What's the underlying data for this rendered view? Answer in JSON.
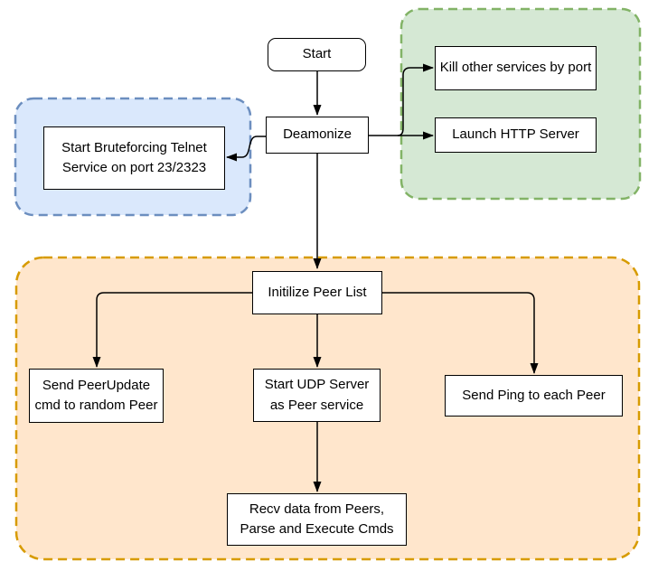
{
  "diagram": {
    "type": "flowchart",
    "background": "#ffffff",
    "nodes": {
      "start": {
        "label": "Start",
        "shape": "rounded-rectangle"
      },
      "deamonize": {
        "label": "Deamonize",
        "shape": "rectangle"
      },
      "bruteforce_telnet": {
        "label": "Start Bruteforcing Telnet\nService on port 23/2323",
        "shape": "rectangle",
        "group": "telnet_group"
      },
      "kill_services": {
        "label": "Kill other services by port",
        "shape": "rectangle",
        "group": "services_group"
      },
      "launch_http": {
        "label": "Launch HTTP Server",
        "shape": "rectangle",
        "group": "services_group"
      },
      "init_peer_list": {
        "label": "Initilize Peer List",
        "shape": "rectangle",
        "group": "peer_group"
      },
      "send_peer_update": {
        "label": "Send PeerUpdate\ncmd to random Peer",
        "shape": "rectangle",
        "group": "peer_group"
      },
      "start_udp_server": {
        "label": "Start UDP Server\nas Peer service",
        "shape": "rectangle",
        "group": "peer_group"
      },
      "send_ping": {
        "label": "Send Ping to each Peer",
        "shape": "rectangle",
        "group": "peer_group"
      },
      "recv_data": {
        "label": "Recv data from Peers,\nParse and Execute Cmds",
        "shape": "rectangle",
        "group": "peer_group"
      }
    },
    "groups": {
      "telnet_group": {
        "fill": "#dae8fc",
        "border": "#6c8ebf",
        "style": "dashed-rounded"
      },
      "services_group": {
        "fill": "#d5e8d4",
        "border": "#82b366",
        "style": "dashed-rounded"
      },
      "peer_group": {
        "fill": "#ffe6cc",
        "border": "#d79b00",
        "style": "dashed-rounded"
      }
    },
    "edges": [
      {
        "from": "start",
        "to": "deamonize"
      },
      {
        "from": "deamonize",
        "to": "bruteforce_telnet"
      },
      {
        "from": "deamonize",
        "to": "kill_services"
      },
      {
        "from": "deamonize",
        "to": "launch_http"
      },
      {
        "from": "deamonize",
        "to": "init_peer_list"
      },
      {
        "from": "init_peer_list",
        "to": "send_peer_update"
      },
      {
        "from": "init_peer_list",
        "to": "start_udp_server"
      },
      {
        "from": "init_peer_list",
        "to": "send_ping"
      },
      {
        "from": "start_udp_server",
        "to": "recv_data"
      }
    ],
    "colors": {
      "node_fill": "#ffffff",
      "node_border": "#000000",
      "text": "#000000",
      "arrow": "#000000",
      "blue_fill": "#dae8fc",
      "blue_border": "#6c8ebf",
      "green_fill": "#d5e8d4",
      "green_border": "#82b366",
      "orange_fill": "#ffe6cc",
      "orange_border": "#d79b00"
    }
  }
}
